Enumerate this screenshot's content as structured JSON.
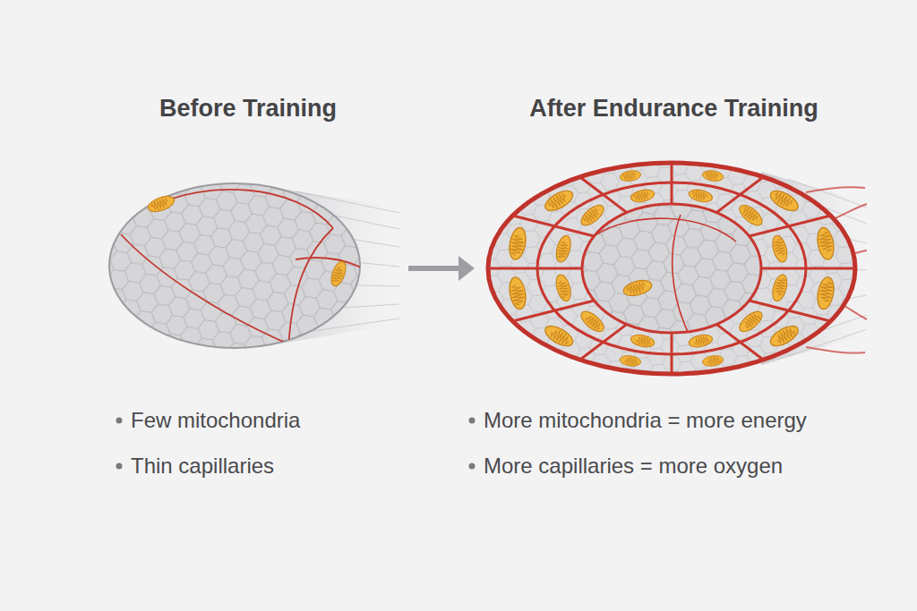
{
  "diagram": {
    "nodes": [
      {
        "text": [
          "Before Training"
        ]
      },
      {
        "text": [
          "After Endurance Training"
        ]
      }
    ],
    "edges": [
      {
        "from": 0,
        "to": 1,
        "arrow": "to"
      }
    ],
    "labels": [
      "Few mitochondria",
      "Thin capillaries",
      "More mitochondria = more energy",
      "More capillaries = more oxygen"
    ]
  }
}
